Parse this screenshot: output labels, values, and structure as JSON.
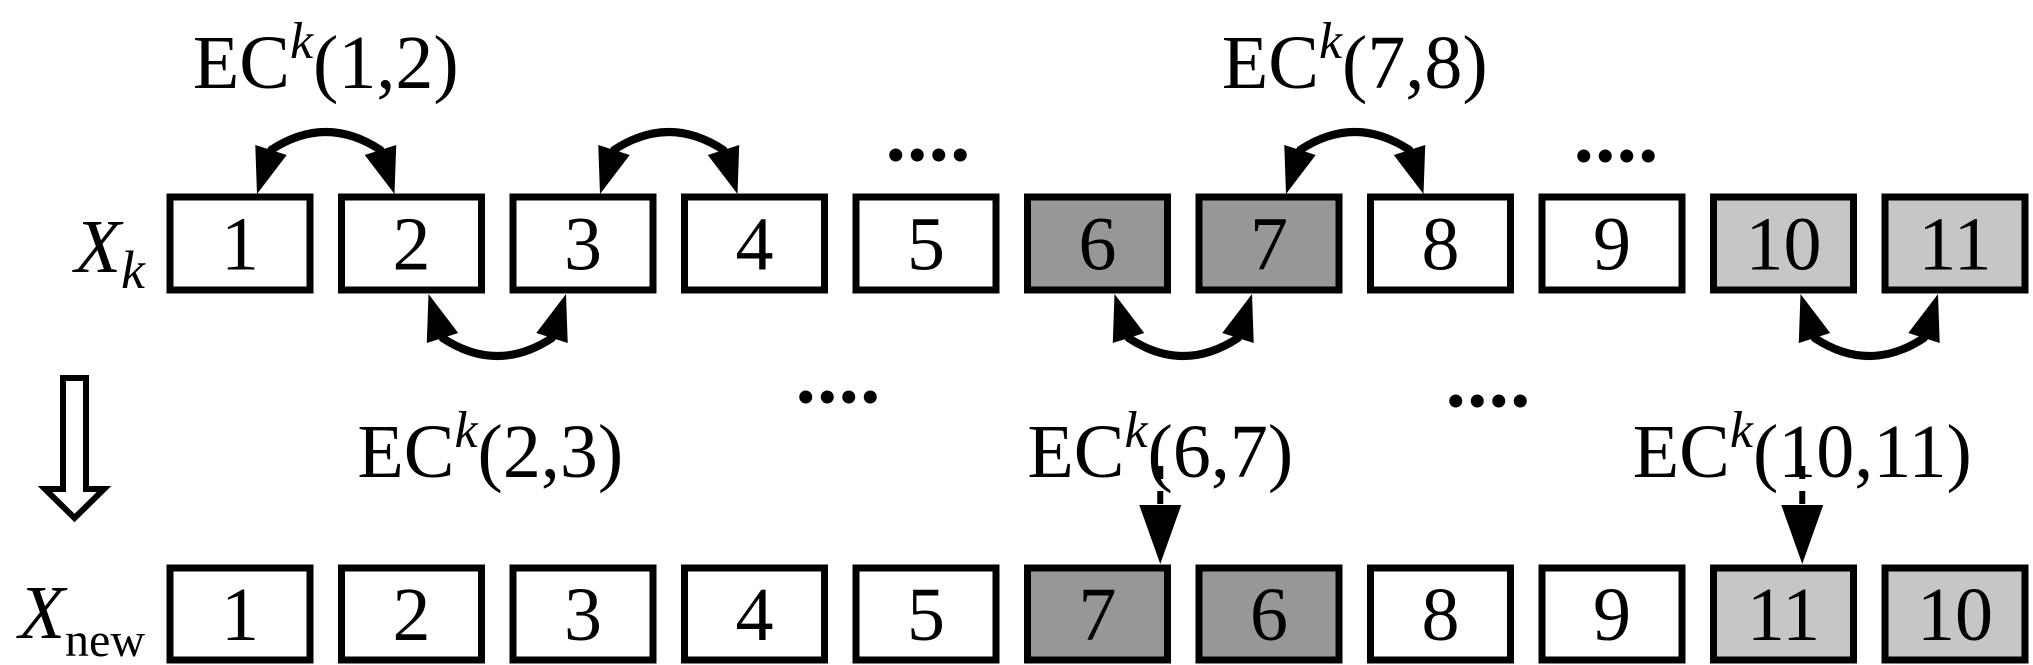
{
  "diagram": {
    "background": "#ffffff",
    "line_color": "#000000",
    "shades": {
      "plain": "#ffffff",
      "dark": "#979797",
      "light": "#c6c6c6"
    },
    "rows": [
      {
        "id": "xk",
        "label": {
          "base": "X",
          "subscript": "k",
          "subscript_italic": true
        },
        "cells": [
          {
            "value": "1",
            "shade": "plain"
          },
          {
            "value": "2",
            "shade": "plain"
          },
          {
            "value": "3",
            "shade": "plain"
          },
          {
            "value": "4",
            "shade": "plain"
          },
          {
            "value": "5",
            "shade": "plain"
          },
          {
            "value": "6",
            "shade": "dark"
          },
          {
            "value": "7",
            "shade": "dark"
          },
          {
            "value": "8",
            "shade": "plain"
          },
          {
            "value": "9",
            "shade": "plain"
          },
          {
            "value": "10",
            "shade": "light"
          },
          {
            "value": "11",
            "shade": "light"
          }
        ]
      },
      {
        "id": "xnew",
        "label": {
          "base": "X",
          "subscript": "new",
          "subscript_italic": false
        },
        "cells": [
          {
            "value": "1",
            "shade": "plain"
          },
          {
            "value": "2",
            "shade": "plain"
          },
          {
            "value": "3",
            "shade": "plain"
          },
          {
            "value": "4",
            "shade": "plain"
          },
          {
            "value": "5",
            "shade": "plain"
          },
          {
            "value": "7",
            "shade": "dark"
          },
          {
            "value": "6",
            "shade": "dark"
          },
          {
            "value": "8",
            "shade": "plain"
          },
          {
            "value": "9",
            "shade": "plain"
          },
          {
            "value": "11",
            "shade": "light"
          },
          {
            "value": "10",
            "shade": "light"
          }
        ]
      }
    ],
    "swap_arcs_above": [
      {
        "between": [
          1,
          2
        ],
        "label": {
          "base": "EC",
          "superscript": "k",
          "args": "(1,2)"
        }
      },
      {
        "between": [
          3,
          4
        ],
        "label": null
      },
      {
        "between": [
          7,
          8
        ],
        "label": {
          "base": "EC",
          "superscript": "k",
          "args": "(7,8)"
        }
      }
    ],
    "swap_arcs_below": [
      {
        "between": [
          2,
          3
        ],
        "label": {
          "base": "EC",
          "superscript": "k",
          "args": "(2,3)"
        },
        "dashed_arrow": false
      },
      {
        "between": [
          6,
          7
        ],
        "label": {
          "base": "EC",
          "superscript": "k",
          "args": "(6,7)"
        },
        "dashed_arrow": true
      },
      {
        "between": [
          10,
          11
        ],
        "label": {
          "base": "EC",
          "superscript": "k",
          "args": "(10,11)"
        },
        "dashed_arrow": true
      }
    ],
    "ellipses": [
      {
        "text": "....",
        "position": "above-cell-5"
      },
      {
        "text": "....",
        "position": "above-cell-9"
      },
      {
        "text": "....",
        "position": "between-rows-left"
      },
      {
        "text": "....",
        "position": "between-rows-right"
      }
    ],
    "transform_arrow": {
      "direction": "down"
    }
  }
}
